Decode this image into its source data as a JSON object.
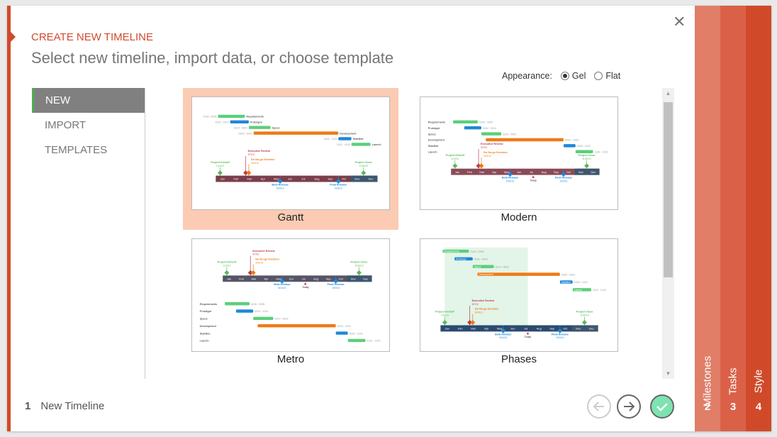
{
  "header": {
    "kicker": "CREATE NEW TIMELINE",
    "title": "Select new timeline, import data, or choose template",
    "close_icon": "close-icon"
  },
  "appearance": {
    "label": "Appearance:",
    "options": [
      {
        "label": "Gel",
        "selected": true
      },
      {
        "label": "Flat",
        "selected": false
      }
    ]
  },
  "nav": {
    "items": [
      {
        "label": "NEW",
        "selected": true
      },
      {
        "label": "IMPORT",
        "selected": false
      },
      {
        "label": "TEMPLATES",
        "selected": false
      }
    ]
  },
  "templates": [
    {
      "label": "Gantt",
      "selected": true
    },
    {
      "label": "Modern",
      "selected": false
    },
    {
      "label": "Metro",
      "selected": false
    },
    {
      "label": "Phases",
      "selected": false
    }
  ],
  "thumb": {
    "months": [
      "Jan",
      "Feb",
      "Mar",
      "Apr",
      "May",
      "Jun",
      "Jul",
      "Aug",
      "Sep",
      "Oct",
      "Nov",
      "Dec"
    ],
    "today": "Today",
    "tasks": [
      {
        "name": "Requirements",
        "dates": "01/05 - 03/05",
        "start": [
          1,
          5
        ],
        "end": [
          3,
          5
        ],
        "color": "#5ccf7a"
      },
      {
        "name": "Prototype",
        "dates": "02/02 - 03/14",
        "start": [
          2,
          2
        ],
        "end": [
          3,
          14
        ],
        "color": "#1e88d8"
      },
      {
        "name": "Specs",
        "dates": "03/14 - 05/02",
        "start": [
          3,
          14
        ],
        "end": [
          5,
          2
        ],
        "color": "#5ccf7a"
      },
      {
        "name": "Development",
        "dates": "03/25 - 10/03",
        "start": [
          3,
          25
        ],
        "end": [
          10,
          3
        ],
        "color": "#f07a14"
      },
      {
        "name": "Stabilize",
        "dates": "10/03 - 11/02",
        "start": [
          10,
          3
        ],
        "end": [
          11,
          2
        ],
        "color": "#1e88d8"
      },
      {
        "name": "Launch",
        "dates": "11/02 - 12/15",
        "start": [
          11,
          2
        ],
        "end": [
          12,
          15
        ],
        "color": "#5ccf7a"
      }
    ],
    "milestones": [
      {
        "name": "Project Kickoff",
        "date": "1/10/13",
        "m": [
          1,
          10
        ],
        "color": "#5bb85b",
        "pos": "above"
      },
      {
        "name": "Executive Review",
        "date": "3/7/13",
        "m": [
          3,
          7
        ],
        "color": "#b83a4a",
        "pos": "above"
      },
      {
        "name": "Go No-go Decision",
        "date": "3/14/13",
        "m": [
          3,
          14
        ],
        "color": "#f07a14",
        "pos": "above"
      },
      {
        "name": "Beta Release",
        "date": "5/24/13",
        "m": [
          5,
          24
        ],
        "color": "#1e88d8",
        "pos": "below"
      },
      {
        "name": "Final Release",
        "date": "10/3/13",
        "m": [
          10,
          3
        ],
        "color": "#1e88d8",
        "pos": "below"
      },
      {
        "name": "Project Close",
        "date": "11/30/13",
        "m": [
          11,
          30
        ],
        "color": "#5bb85b",
        "pos": "above"
      }
    ]
  },
  "footer": {
    "step_number": "1",
    "step_label": "New Timeline",
    "back_icon": "arrow-left-icon",
    "next_icon": "arrow-right-icon",
    "finish_icon": "check-icon"
  },
  "steps": [
    {
      "label": "Milestones",
      "number": "2",
      "color": "#e07e68"
    },
    {
      "label": "Tasks",
      "number": "3",
      "color": "#da6148"
    },
    {
      "label": "Style",
      "number": "4",
      "color": "#d04a2a"
    }
  ],
  "colors": {
    "accent": "#d04a2a",
    "selected_tile": "#fbcbb3",
    "nav_selected": "#808080",
    "nav_marker": "#4caf50",
    "finish": "#7de3b0"
  }
}
